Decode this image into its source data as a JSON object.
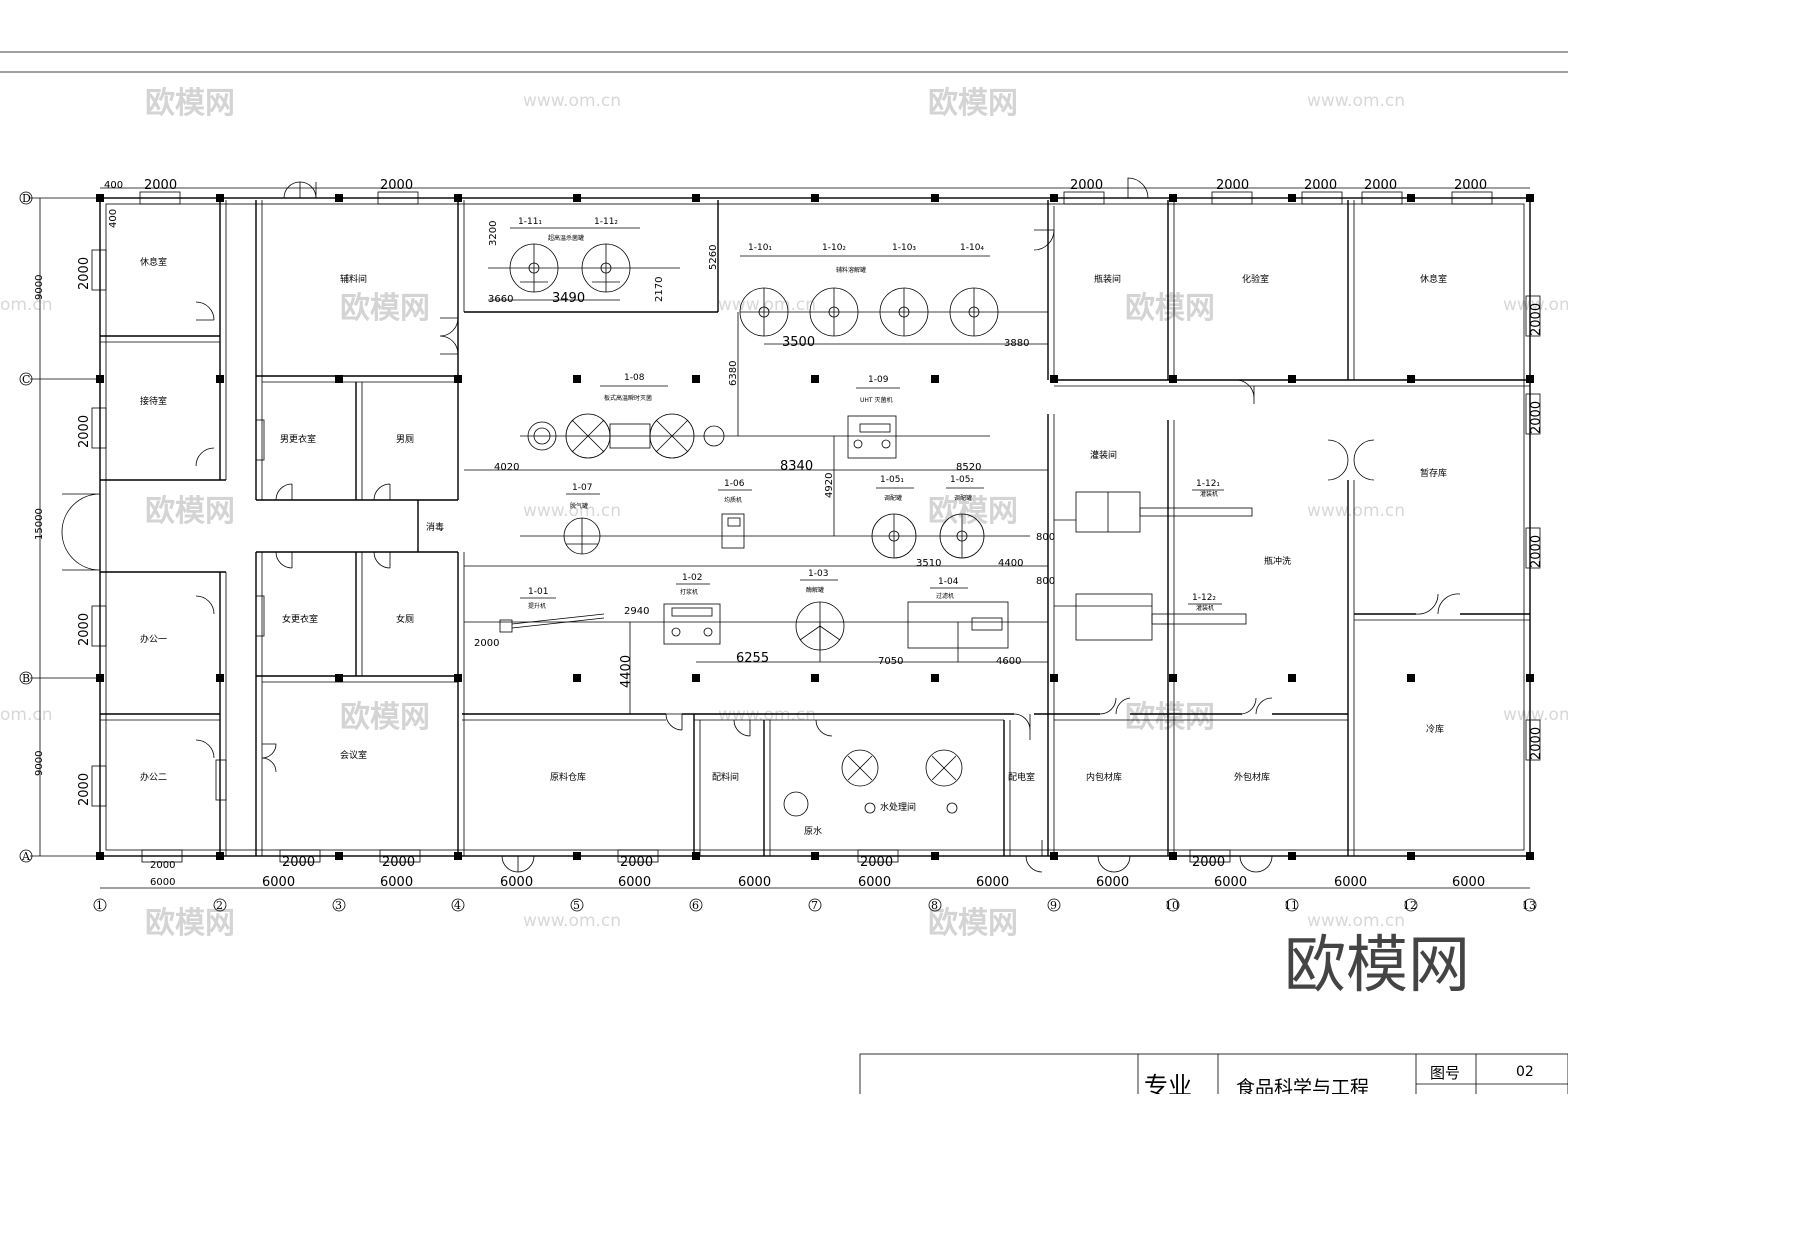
{
  "title_block": {
    "major_label": "专业",
    "major_value": "食品科学与工程",
    "drawing_no_label": "图号",
    "drawing_no_value": "02"
  },
  "watermark": {
    "brand": "欧模网",
    "url": "www.om.cn",
    "url_short": "om.cn"
  },
  "grid_axes": {
    "horizontal": [
      "1",
      "2",
      "3",
      "4",
      "5",
      "6",
      "7",
      "8",
      "9",
      "10",
      "11",
      "12",
      "13"
    ],
    "vertical": [
      "D",
      "C",
      "B",
      "A"
    ]
  },
  "dimensions": {
    "bay": "6000",
    "window": "2000",
    "left": [
      "9000",
      "15000",
      "9000"
    ],
    "d400": "400",
    "top_window": "2000",
    "left_window": "2000",
    "d3200": "3200",
    "d2170": "2170",
    "d3660": "3660",
    "d3490": "3490",
    "d5260": "5260",
    "d3500": "3500",
    "d3880": "3880",
    "d6380": "6380",
    "d4020": "4020",
    "d8340": "8340",
    "d8520": "8520",
    "d4920": "4920",
    "d3510": "3510",
    "d4400": "4400",
    "d800a": "800",
    "d800b": "800",
    "d2940": "2940",
    "d2000": "2000",
    "d6255": "6255",
    "d7050": "7050",
    "d4600": "4600",
    "d4400b": "4400"
  },
  "rooms": {
    "rest_left": "休息室",
    "reception": "接待室",
    "office1": "办公一",
    "office2": "办公二",
    "aux_material": "辅料间",
    "men_change": "男更衣室",
    "men_wc": "男厕",
    "disinfect": "消毒",
    "women_change": "女更衣室",
    "women_wc": "女厕",
    "meeting": "会议室",
    "raw_store": "原料仓库",
    "mix_room": "配料间",
    "water_room": "水处理间",
    "raw_water": "原水",
    "power": "配电室",
    "inner_pack": "内包材库",
    "outer_pack": "外包材库",
    "filling": "灌装间",
    "bottle_wash": "瓶冲洗",
    "holding": "暂存库",
    "cold": "冷库",
    "lab": "化验室",
    "rest_right": "休息室",
    "sterile_fill": "瓶装间"
  },
  "equipment": {
    "e1_11_1": "1-11₁",
    "e1_11_2": "1-11₂",
    "e1_11_desc": "超高温杀菌罐",
    "e1_10_1": "1-10₁",
    "e1_10_2": "1-10₂",
    "e1_10_3": "1-10₃",
    "e1_10_4": "1-10₄",
    "e1_10_desc": "辅料溶解罐",
    "e1_08": "1-08",
    "e1_08_desc": "板式高温瞬时灭菌",
    "e1_09": "1-09",
    "e1_09_desc": "UHT 灭菌机",
    "e1_07": "1-07",
    "e1_07_desc": "脱气罐",
    "e1_06": "1-06",
    "e1_06_desc": "均质机",
    "e1_05_1": "1-05₁",
    "e1_05_2": "1-05₂",
    "e1_05_desc": "调配罐",
    "e1_01": "1-01",
    "e1_01_desc": "提升机",
    "e1_02": "1-02",
    "e1_02_desc": "打浆机",
    "e1_03": "1-03",
    "e1_03_desc": "酶解罐",
    "e1_04": "1-04",
    "e1_04_desc": "过滤机",
    "e1_12_1": "1-12₁",
    "e1_12_2": "1-12₂",
    "e1_12_desc": "灌装机"
  }
}
